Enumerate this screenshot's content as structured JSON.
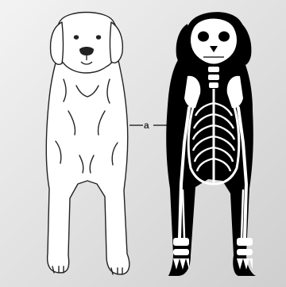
{
  "diagram": {
    "callout_label": "a"
  },
  "colors": {
    "background_light": "#f3f3f3",
    "background_dark": "#cfcfcf",
    "outline": "#222222",
    "skeleton": "#ffffff",
    "silhouette": "#000000"
  },
  "icons": [
    "dog-outline-illustration",
    "dog-skeleton-illustration"
  ]
}
